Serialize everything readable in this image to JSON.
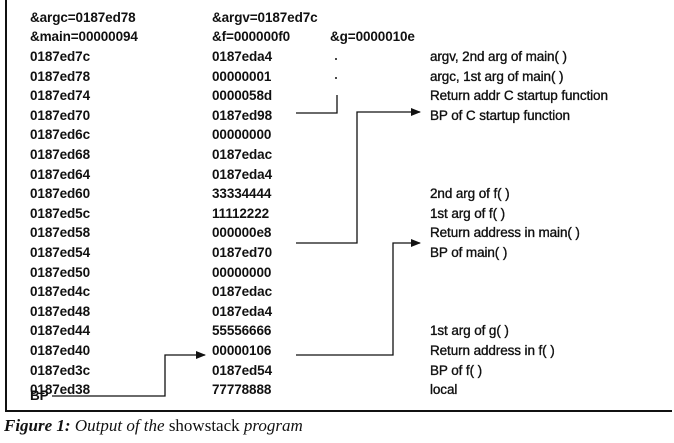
{
  "header": {
    "row1": {
      "left": "&argc=0187ed78",
      "mid": "&argv=0187ed7c"
    },
    "row2": {
      "left": "&main=00000094",
      "mid": "&f=000000f0",
      "right": "&g=0000010e"
    }
  },
  "stack_rows": [
    {
      "address": "0187ed7c",
      "value": "0187eda4",
      "note": "argv, 2nd arg of main( )"
    },
    {
      "address": "0187ed78",
      "value": "00000001",
      "note": "argc, 1st arg of main( )"
    },
    {
      "address": "0187ed74",
      "value": "0000058d",
      "note": "Return addr C startup function"
    },
    {
      "address": "0187ed70",
      "value": "0187ed98",
      "note": "BP of C startup function"
    },
    {
      "address": "0187ed6c",
      "value": "00000000",
      "note": ""
    },
    {
      "address": "0187ed68",
      "value": "0187edac",
      "note": ""
    },
    {
      "address": "0187ed64",
      "value": "0187eda4",
      "note": ""
    },
    {
      "address": "0187ed60",
      "value": "33334444",
      "note": "2nd arg of f( )"
    },
    {
      "address": "0187ed5c",
      "value": "11112222",
      "note": "1st arg of f( )"
    },
    {
      "address": "0187ed58",
      "value": "000000e8",
      "note": "Return address in main( )"
    },
    {
      "address": "0187ed54",
      "value": "0187ed70",
      "note": "BP of main( )"
    },
    {
      "address": "0187ed50",
      "value": "00000000",
      "note": ""
    },
    {
      "address": "0187ed4c",
      "value": "0187edac",
      "note": ""
    },
    {
      "address": "0187ed48",
      "value": "0187eda4",
      "note": ""
    },
    {
      "address": "0187ed44",
      "value": "55556666",
      "note": "1st arg of g( )"
    },
    {
      "address": "0187ed40",
      "value": "00000106",
      "note": "Return address in f( )"
    },
    {
      "address": "0187ed3c",
      "value": "0187ed54",
      "note": "BP of f( )"
    },
    {
      "address": "0187ed38",
      "value": "77778888",
      "note": "local"
    }
  ],
  "bp_label": "BP",
  "caption": {
    "label": "Figure 1:",
    "text1": " Output of the ",
    "program_name": "showstack",
    "text2": " program"
  }
}
